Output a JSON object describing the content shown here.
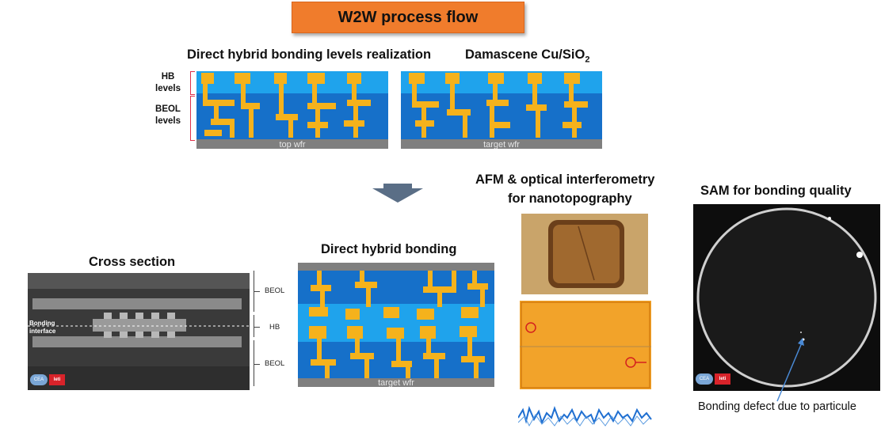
{
  "title": "W2W process flow",
  "top_section": {
    "heading_left": "Direct hybrid bonding levels realization",
    "heading_right_main": "Damascene Cu/SiO",
    "heading_right_sub": "2",
    "label_hb_1": "HB",
    "label_hb_2": "levels",
    "label_beol_1": "BEOL",
    "label_beol_2": "levels",
    "wafer_left": "top wfr",
    "wafer_right": "target wfr"
  },
  "cross_section": {
    "heading": "Cross section",
    "bonding_label_1": "Bonding",
    "bonding_label_2": "interface",
    "label_beol_top": "BEOL",
    "label_hb": "HB",
    "label_beol_bottom": "BEOL"
  },
  "direct_bonding": {
    "heading": "Direct hybrid bonding",
    "wafer": "target wfr"
  },
  "afm": {
    "heading_1": "AFM & optical interferometry",
    "heading_2": "for nanotopography"
  },
  "sam": {
    "heading": "SAM for bonding quality",
    "caption": "Bonding defect due to particule"
  },
  "logos": {
    "partner_logo": "CEA",
    "leti_logo": "leti"
  },
  "colors": {
    "title_bg": "#f07c2c",
    "oxide_light": "#1fa3ec",
    "oxide_dark": "#1670c9",
    "copper": "#f5b21c",
    "substrate": "#7f7f7f",
    "bracket": "#e0304a"
  }
}
